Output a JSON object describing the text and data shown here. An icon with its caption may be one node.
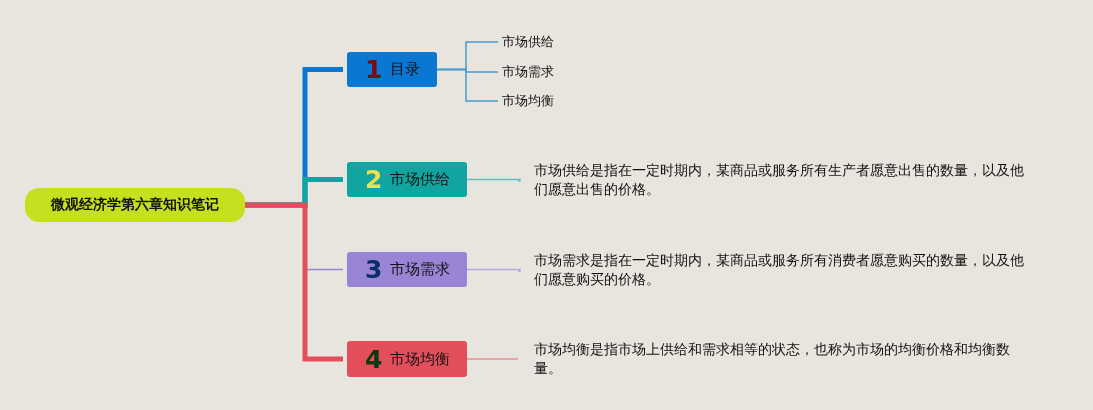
{
  "diagram": {
    "nodes": [
      {
        "text": [
          "微观经济学第六章知识笔记"
        ]
      },
      {
        "text": [
          "1",
          "目录"
        ]
      },
      {
        "text": [
          "2",
          "市场供给"
        ]
      },
      {
        "text": [
          "3",
          "市场需求"
        ]
      },
      {
        "text": [
          "4",
          "市场均衡"
        ]
      },
      {
        "text": [
          "市场供给"
        ]
      },
      {
        "text": [
          "市场需求"
        ]
      },
      {
        "text": [
          "市场均衡"
        ]
      },
      {
        "text": [
          "市场供给是指在一定时期内，某商品或服务所有生产者愿意出售的数量，以及他们愿意出售的价格。"
        ]
      },
      {
        "text": [
          "市场需求是指在一定时期内，某商品或服务所有消费者愿意购买的数量，以及他们愿意购买的价格。"
        ]
      },
      {
        "text": [
          "市场均衡是指市场上供给和需求相等的状态，也称为市场的均衡价格和均衡数量。"
        ]
      }
    ],
    "edges": [
      {
        "from": 0,
        "to": 1,
        "arrow": "none",
        "style": "thick",
        "color": "#0a78d2"
      },
      {
        "from": 0,
        "to": 2,
        "arrow": "none",
        "style": "thick",
        "color": "#10a5a0"
      },
      {
        "from": 0,
        "to": 3,
        "arrow": "none",
        "color": "#9a84d6"
      },
      {
        "from": 0,
        "to": 4,
        "arrow": "none",
        "style": "thick",
        "color": "#e24f5b"
      },
      {
        "from": 1,
        "to": 5,
        "arrow": "none",
        "color": "#4a9ad0"
      },
      {
        "from": 1,
        "to": 6,
        "arrow": "none",
        "color": "#4a9ad0"
      },
      {
        "from": 1,
        "to": 7,
        "arrow": "none",
        "color": "#4a9ad0"
      },
      {
        "from": 2,
        "to": 8,
        "arrow": "none",
        "color": "#5cc0c4"
      },
      {
        "from": 3,
        "to": 9,
        "arrow": "none",
        "color": "#b4a8e0"
      },
      {
        "from": 4,
        "to": 10,
        "arrow": "none",
        "color": "#e8909a"
      }
    ]
  }
}
